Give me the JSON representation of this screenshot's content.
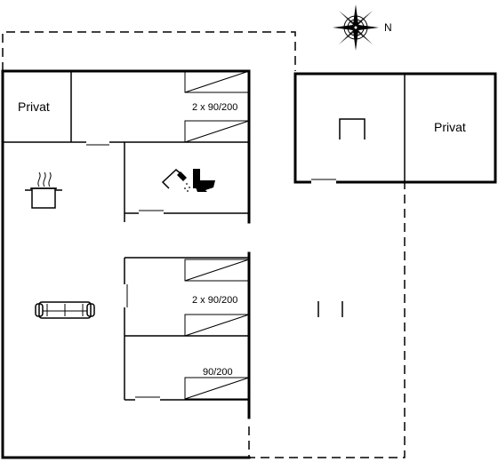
{
  "plan": {
    "rooms": {
      "privat_main": "Privat",
      "bedroom_top": "2 x 90/200",
      "bedroom_middle": "2 x 90/200",
      "bedroom_bottom": "90/200",
      "privat_annex": "Privat"
    },
    "compass": {
      "north_label": "N"
    },
    "icons": {
      "kitchen": "cooking-pot-icon",
      "bathroom_shower": "shower-icon",
      "bathroom_toilet": "toilet-icon",
      "living": "sofa-icon",
      "annex_feature": "fireplace-icon"
    }
  }
}
